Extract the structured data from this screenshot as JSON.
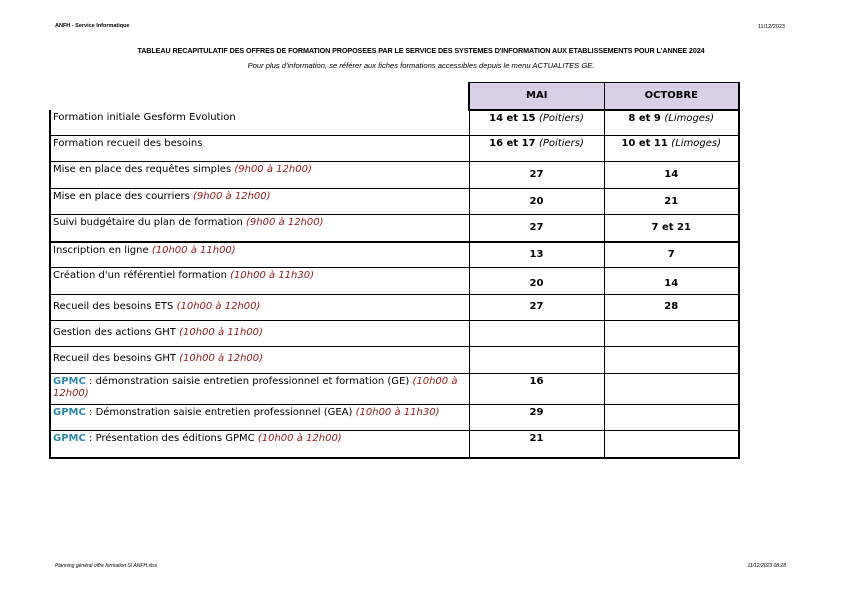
{
  "header": {
    "left": "ANFH - Service Informatique",
    "right": "11/12/2023"
  },
  "title": "TABLEAU RECAPITULATIF DES OFFRES DE FORMATION PROPOSEES PAR LE SERVICE DES SYSTEMES D'INFORMATION AUX ETABLISSEMENTS POUR L'ANNEE 2024",
  "subtitle": "Pour plus d'information, se référer aux fiches formations accessibles depuis le menu ACTUALITES GE.",
  "table": {
    "columns": [
      "MAI",
      "OCTOBRE"
    ],
    "rows": [
      {
        "gpmc": "",
        "label": "Formation initiale Gesform Evolution",
        "time": "",
        "mai": "14 et 15",
        "mai_city": "(Poitiers)",
        "oct": "8 et 9",
        "oct_city": "(Limoges)"
      },
      {
        "gpmc": "",
        "label": "Formation recueil des besoins",
        "time": "",
        "mai": "16 et 17",
        "mai_city": "(Poitiers)",
        "oct": "10 et 11",
        "oct_city": "(Limoges)"
      },
      {
        "gpmc": "",
        "label": "Mise en place des requêtes simples",
        "time": "(9h00 à 12h00)",
        "mai": "27",
        "mai_city": "",
        "oct": "14",
        "oct_city": ""
      },
      {
        "gpmc": "",
        "label": "Mise en place des courriers",
        "time": "(9h00 à 12h00)",
        "mai": "20",
        "mai_city": "",
        "oct": "21",
        "oct_city": ""
      },
      {
        "gpmc": "",
        "label": "Suivi budgétaire du plan de formation",
        "time": "(9h00 à 12h00)",
        "mai": "27",
        "mai_city": "",
        "oct": "7 et 21",
        "oct_city": ""
      },
      {
        "gpmc": "",
        "label": "Inscription en ligne",
        "time": "(10h00 à 11h00)",
        "mai": "13",
        "mai_city": "",
        "oct": "7",
        "oct_city": ""
      },
      {
        "gpmc": "",
        "label": "Création d'un référentiel formation",
        "time": "(10h00 à 11h30)",
        "mai": "20",
        "mai_city": "",
        "oct": "14",
        "oct_city": ""
      },
      {
        "gpmc": "",
        "label": "Recueil des besoins ETS",
        "time": "(10h00 à 12h00)",
        "mai": "27",
        "mai_city": "",
        "oct": "28",
        "oct_city": ""
      },
      {
        "gpmc": "",
        "label": "Gestion des actions GHT",
        "time": "(10h00 à 11h00)",
        "mai": "",
        "mai_city": "",
        "oct": "",
        "oct_city": ""
      },
      {
        "gpmc": "",
        "label": "Recueil des besoins GHT",
        "time": "(10h00 à 12h00)",
        "mai": "",
        "mai_city": "",
        "oct": "",
        "oct_city": ""
      },
      {
        "gpmc": "GPMC",
        "label": ": démonstration saisie entretien professionnel et formation (GE)",
        "time": "(10h00 à 12h00)",
        "mai": "16",
        "mai_city": "",
        "oct": "",
        "oct_city": ""
      },
      {
        "gpmc": "GPMC",
        "label": ": Démonstration saisie entretien professionnel (GEA)",
        "time": "(10h00 à 11h30)",
        "mai": "29",
        "mai_city": "",
        "oct": "",
        "oct_city": ""
      },
      {
        "gpmc": "GPMC",
        "label": ": Présentation des éditions GPMC",
        "time": "(10h00 à 12h00)",
        "mai": "21",
        "mai_city": "",
        "oct": "",
        "oct_city": ""
      }
    ]
  },
  "footer": {
    "left": "Planning général offre formation SI ANFH.xlsx",
    "right": "11/12/2023 08:28"
  }
}
